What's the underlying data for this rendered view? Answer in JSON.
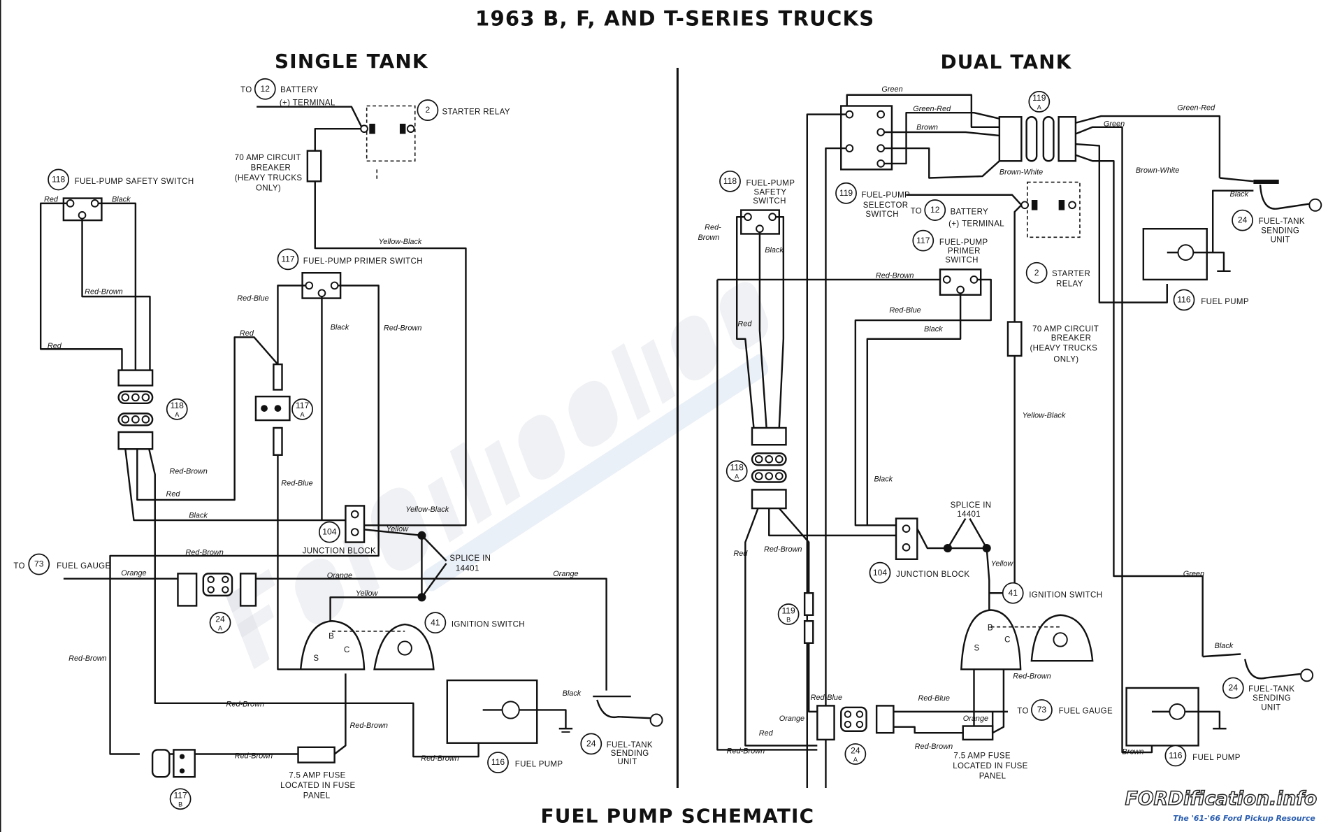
{
  "title": "1963 B, F, AND T-SERIES TRUCKS",
  "footer_title": "FUEL PUMP SCHEMATIC",
  "watermark": {
    "brand": "FORDification.info",
    "tagline": "The '61-'66 Ford Pickup Resource"
  },
  "logo": {
    "brand": "FORDification.info",
    "tagline": "The '61-'66 Ford Pickup Resource",
    "brand_color": "#ffffff",
    "tagline_color": "#2a5db0"
  },
  "left": {
    "heading": "SINGLE TANK",
    "labels": [
      "TO",
      "BATTERY",
      "(+) TERMINAL",
      "STARTER RELAY",
      "70 AMP CIRCUIT",
      "BREAKER",
      "(HEAVY TRUCKS",
      "ONLY)",
      "FUEL-PUMP SAFETY SWITCH",
      "Red",
      "Black",
      "Red-Brown",
      "Red",
      "Yellow-Black",
      "FUEL-PUMP PRIMER SWITCH",
      "Red-Blue",
      "Red",
      "Black",
      "Red-Brown",
      "Red-Brown",
      "Red",
      "Red-Blue",
      "Black",
      "Yellow-Black",
      "JUNCTION BLOCK",
      "Yellow",
      "SPLICE IN",
      "14401",
      "TO",
      "FUEL GAUGE",
      "Orange",
      "Red-Brown",
      "Orange",
      "Orange",
      "Yellow",
      "IGNITION SWITCH",
      "Red-Brown",
      "Red-Brown",
      "Black",
      "Red-Brown",
      "Red-Brown",
      "7.5 AMP FUSE",
      "LOCATED IN FUSE",
      "PANEL",
      "Red-Brown",
      "FUEL PUMP",
      "FUEL-TANK",
      "SENDING",
      "UNIT",
      "B",
      "S",
      "C"
    ],
    "callouts": [
      {
        "num": "12",
        "sub": ""
      },
      {
        "num": "2",
        "sub": ""
      },
      {
        "num": "118",
        "sub": ""
      },
      {
        "num": "117",
        "sub": ""
      },
      {
        "num": "117",
        "sub": "A"
      },
      {
        "num": "118",
        "sub": "A"
      },
      {
        "num": "104",
        "sub": ""
      },
      {
        "num": "73",
        "sub": ""
      },
      {
        "num": "24",
        "sub": "A"
      },
      {
        "num": "41",
        "sub": ""
      },
      {
        "num": "117",
        "sub": "B"
      },
      {
        "num": "116",
        "sub": ""
      },
      {
        "num": "24",
        "sub": ""
      }
    ]
  },
  "right": {
    "heading": "DUAL TANK",
    "labels": [
      "Green",
      "Green-Red",
      "Brown",
      "Brown-White",
      "Green-Red",
      "Green",
      "Brown-White",
      "FUEL-PUMP",
      "SAFETY",
      "SWITCH",
      "FUEL-PUMP",
      "SELECTOR",
      "SWITCH",
      "TO",
      "BATTERY",
      "(+) TERMINAL",
      "FUEL-PUMP",
      "PRIMER",
      "SWITCH",
      "Black",
      "FUEL-TANK",
      "SENDING",
      "UNIT",
      "Red-",
      "Brown",
      "Black",
      "STARTER",
      "RELAY",
      "Red-Brown",
      "Red-Blue",
      "Black",
      "Red",
      "FUEL PUMP",
      "70 AMP CIRCUIT",
      "BREAKER",
      "(HEAVY TRUCKS",
      "ONLY)",
      "Yellow-Black",
      "Black",
      "SPLICE IN",
      "14401",
      "Red",
      "Red-Brown",
      "Yellow",
      "JUNCTION BLOCK",
      "Green",
      "IGNITION SWITCH",
      "Black",
      "Red-Brown",
      "FUEL-TANK",
      "SENDING",
      "UNIT",
      "Red-Blue",
      "Red-Blue",
      "TO",
      "FUEL GAUGE",
      "Orange",
      "Orange",
      "Red",
      "Red-Brown",
      "Red-Brown",
      "Brown",
      "7.5 AMP FUSE",
      "LOCATED IN FUSE",
      "PANEL",
      "FUEL PUMP",
      "B",
      "S",
      "C"
    ],
    "callouts": [
      {
        "num": "119",
        "sub": "A"
      },
      {
        "num": "118",
        "sub": ""
      },
      {
        "num": "119",
        "sub": ""
      },
      {
        "num": "12",
        "sub": ""
      },
      {
        "num": "117",
        "sub": ""
      },
      {
        "num": "24",
        "sub": ""
      },
      {
        "num": "2",
        "sub": ""
      },
      {
        "num": "116",
        "sub": ""
      },
      {
        "num": "118",
        "sub": "A"
      },
      {
        "num": "104",
        "sub": ""
      },
      {
        "num": "41",
        "sub": ""
      },
      {
        "num": "119",
        "sub": "B"
      },
      {
        "num": "24",
        "sub": ""
      },
      {
        "num": "73",
        "sub": ""
      },
      {
        "num": "24",
        "sub": "A"
      },
      {
        "num": "116",
        "sub": ""
      }
    ]
  }
}
